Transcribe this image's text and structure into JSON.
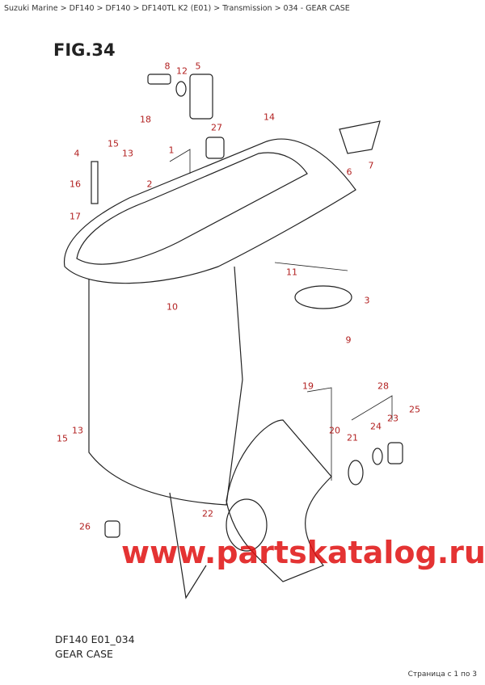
{
  "breadcrumb": [
    "Suzuki Marine",
    "DF140",
    "DF140",
    "DF140TL K2 (E01)",
    "Transmission",
    "034 - GEAR CASE"
  ],
  "breadcrumb_separator": ">",
  "figure_title": "FIG.34",
  "watermark": "www.partskatalog.ru",
  "callouts": [
    "8",
    "12",
    "5",
    "18",
    "27",
    "14",
    "15",
    "13",
    "4",
    "1",
    "2",
    "16",
    "17",
    "6",
    "7",
    "11",
    "3",
    "10",
    "9",
    "19",
    "28",
    "25",
    "24",
    "23",
    "20",
    "21",
    "15",
    "13",
    "26",
    "22"
  ],
  "footer": {
    "code": "DF140 E01_034",
    "name": "GEAR CASE"
  },
  "pager": "Страница с 1 по 3",
  "colors": {
    "callout": "#b22020",
    "watermark": "#e01010"
  }
}
